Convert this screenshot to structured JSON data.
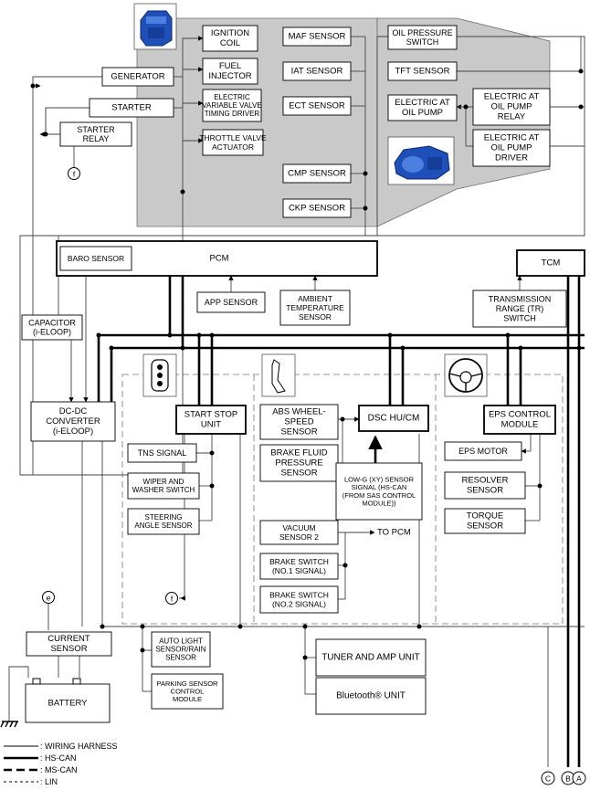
{
  "components": {
    "ignition_coil": [
      "IGNITION",
      "COIL"
    ],
    "fuel_injector": [
      "FUEL",
      "INJECTOR"
    ],
    "evvt_driver": [
      "ELECTRIC",
      "VARIABLE VALVE",
      "TIMING DRIVER"
    ],
    "throttle_actuator": [
      "THROTTLE VALVE",
      "ACTUATOR"
    ],
    "maf_sensor": "MAF SENSOR",
    "iat_sensor": "IAT SENSOR",
    "ect_sensor": "ECT SENSOR",
    "cmp_sensor": "CMP SENSOR",
    "ckp_sensor": "CKP SENSOR",
    "oil_pressure_switch": [
      "OIL PRESSURE",
      "SWITCH"
    ],
    "tft_sensor": "TFT SENSOR",
    "electric_at_oil_pump": [
      "ELECTRIC AT",
      "OIL PUMP"
    ],
    "oil_pump_relay": [
      "ELECTRIC AT",
      "OIL PUMP",
      "RELAY"
    ],
    "oil_pump_driver": [
      "ELECTRIC AT",
      "OIL PUMP",
      "DRIVER"
    ],
    "generator": "GENERATOR",
    "starter": "STARTER",
    "starter_relay": [
      "STARTER",
      "RELAY"
    ],
    "baro_sensor": "BARO SENSOR",
    "pcm": "PCM",
    "tcm": "TCM",
    "app_sensor": "APP SENSOR",
    "ambient_temp_sensor": [
      "AMBIENT",
      "TEMPERATURE",
      "SENSOR"
    ],
    "tr_switch": [
      "TRANSMISSION",
      "RANGE (TR)",
      "SWITCH"
    ],
    "capacitor": [
      "CAPACITOR",
      "(i-ELOOP)"
    ],
    "dcdc_converter": [
      "DC-DC",
      "CONVERTER",
      "(i-ELOOP)"
    ],
    "start_stop_unit": [
      "START STOP",
      "UNIT"
    ],
    "tns_signal": "TNS SIGNAL",
    "wiper_switch": [
      "WIPER AND",
      "WASHER SWITCH"
    ],
    "steering_angle_sensor": [
      "STEERING",
      "ANGLE SENSOR"
    ],
    "abs_wheel_speed_sensor": [
      "ABS WHEEL-",
      "SPEED",
      "SENSOR"
    ],
    "brake_fluid_pressure_sensor": [
      "BRAKE FLUID",
      "PRESSURE",
      "SENSOR"
    ],
    "dsc_hu_cm": "DSC HU/CM",
    "low_g_signal": [
      "LOW-G (XY) SENSOR",
      "SIGNAL (HS-CAN",
      "(FROM SAS CONTROL",
      "MODULE))"
    ],
    "vacuum_sensor_2": [
      "VACUUM",
      "SENSOR 2"
    ],
    "to_pcm": "TO PCM",
    "brake_switch_1": [
      "BRAKE SWITCH",
      "(NO.1 SIGNAL)"
    ],
    "brake_switch_2": [
      "BRAKE SWITCH",
      "(NO.2 SIGNAL)"
    ],
    "eps_control_module": [
      "EPS CONTROL",
      "MODULE"
    ],
    "eps_motor": "EPS MOTOR",
    "resolver_sensor": [
      "RESOLVER",
      "SENSOR"
    ],
    "torque_sensor": [
      "TORQUE",
      "SENSOR"
    ],
    "current_sensor": [
      "CURRENT",
      "SENSOR"
    ],
    "battery": "BATTERY",
    "auto_light_sensor": [
      "AUTO LIGHT",
      "SENSOR/RAIN",
      "SENSOR"
    ],
    "parking_sensor_module": [
      "PARKING SENSOR",
      "CONTROL",
      "MODULE"
    ],
    "tuner_amp_unit": "TUNER AND AMP UNIT",
    "bluetooth_unit": "Bluetooth® UNIT"
  },
  "markers": {
    "f": "f",
    "e": "e",
    "a": "A",
    "b": "B",
    "c": "C"
  },
  "legend": {
    "wiring_harness": ": WIRING HARNESS",
    "hs_can": ": HS-CAN",
    "ms_can": ": MS-CAN",
    "lin": ": LIN"
  },
  "icons": [
    "engine-icon",
    "transmission-icon",
    "key-fob-icon",
    "brake-pedal-icon",
    "steering-wheel-icon",
    "ground-icon"
  ]
}
